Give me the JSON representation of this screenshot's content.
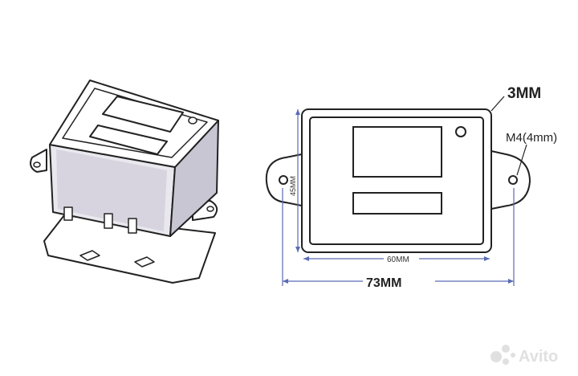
{
  "labels": {
    "thickness": "3MM",
    "hole": "M4(4mm)",
    "height": "45MM",
    "inner_width": "60MM",
    "outer_width": "73MM"
  },
  "watermark": {
    "text": "Avito"
  },
  "colors": {
    "line": "#222222",
    "dimension": "#5a6bb3",
    "body_fill": "#e9e8ee",
    "body_shade": "#c9c6d3"
  }
}
